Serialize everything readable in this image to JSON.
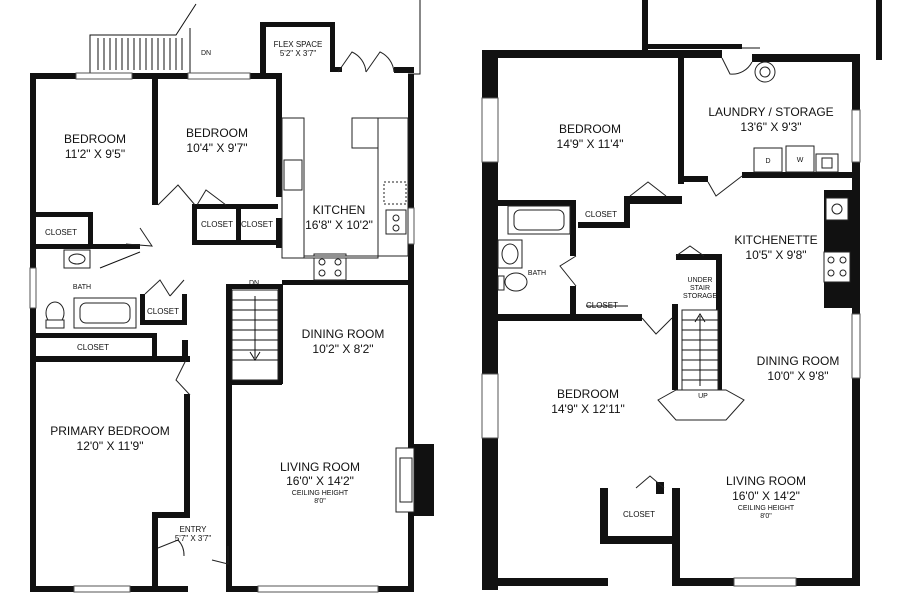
{
  "left_plan": {
    "stair_dn": "DN",
    "flex_space": {
      "name": "FLEX SPACE",
      "dims": "5'2\" X 3'7\""
    },
    "bedroom_a": {
      "name": "BEDROOM",
      "dims": "11'2\" X 9'5\""
    },
    "bedroom_b": {
      "name": "BEDROOM",
      "dims": "10'4\" X 9'7\""
    },
    "kitchen": {
      "name": "KITCHEN",
      "dims": "16'8\" X 10'2\""
    },
    "closet_a": "CLOSET",
    "closet_b": "CLOSET",
    "closet_c": "CLOSET",
    "closet_d": "CLOSET",
    "closet_e": "CLOSET",
    "bath": "BATH",
    "inner_dn": "DN",
    "dining": {
      "name": "DINING ROOM",
      "dims": "10'2\" X 8'2\""
    },
    "primary": {
      "name": "PRIMARY BEDROOM",
      "dims": "12'0\" X 11'9\""
    },
    "living": {
      "name": "LIVING ROOM",
      "dims": "16'0\" X 14'2\"",
      "ceiling": "CEILING HEIGHT",
      "height": "8'0\""
    },
    "entry": {
      "name": "ENTRY",
      "dims": "5'7\" X 3'7\""
    }
  },
  "right_plan": {
    "bedroom_top": {
      "name": "BEDROOM",
      "dims": "14'9\" X 11'4\""
    },
    "laundry": {
      "name": "LAUNDRY / STORAGE",
      "dims": "13'6\" X 9'3\""
    },
    "dryer": "D",
    "washer": "W",
    "closet_top": "CLOSET",
    "kitchenette": {
      "name": "KITCHENETTE",
      "dims": "10'5\" X 9'8\""
    },
    "bath": "BATH",
    "under_stair": [
      "UNDER",
      "STAIR",
      "STORAGE"
    ],
    "closet_mid": "CLOSET",
    "dining": {
      "name": "DINING ROOM",
      "dims": "10'0\" X 9'8\""
    },
    "bedroom_bottom": {
      "name": "BEDROOM",
      "dims": "14'9\" X 12'11\""
    },
    "stair_up": "UP",
    "living": {
      "name": "LIVING ROOM",
      "dims": "16'0\" X 14'2\"",
      "ceiling": "CEILING HEIGHT",
      "height": "8'0\""
    },
    "closet_bottom": "CLOSET"
  }
}
